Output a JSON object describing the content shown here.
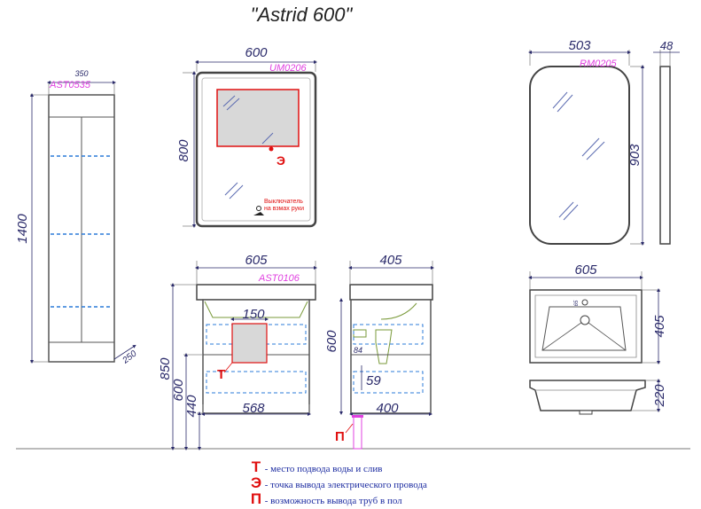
{
  "title": "\"Astrid 600\"",
  "cabinet": {
    "code": "AST0535",
    "width": "350",
    "height": "1400",
    "depth": "250"
  },
  "mirror_led": {
    "code": "UM0206",
    "width": "600",
    "height": "800",
    "switch_note_line1": "Выключатель",
    "switch_note_line2": "на взмах руки",
    "marker": "Э"
  },
  "mirror_round": {
    "code": "RM0205",
    "width": "503",
    "height": "903",
    "depth": "48"
  },
  "vanity_front": {
    "code": "AST0106",
    "width": "605",
    "inner_width": "568",
    "socket_width": "150",
    "h_850": "850",
    "h_600": "600",
    "h_440": "440",
    "marker": "Т"
  },
  "vanity_side": {
    "depth": "405",
    "height": "600",
    "bottom_depth": "400",
    "dim_84": "84",
    "dim_59": "59",
    "marker": "П"
  },
  "basin": {
    "width": "605",
    "depth": "405",
    "height": "220",
    "hole": "65"
  },
  "legend": [
    {
      "mark": "Т",
      "dash": "-",
      "text": "место подвода воды и слив"
    },
    {
      "mark": "Э",
      "dash": "-",
      "text": "точка вывода электрического провода"
    },
    {
      "mark": "П",
      "dash": "-",
      "text": "возможность вывода труб в пол"
    }
  ],
  "colors": {
    "outline": "#555555",
    "dimension": "#2a2a6a",
    "code": "#e040e0",
    "marker": "#e01010",
    "shelf": "#2b7bd8",
    "legend_text": "#1a2aa0"
  }
}
